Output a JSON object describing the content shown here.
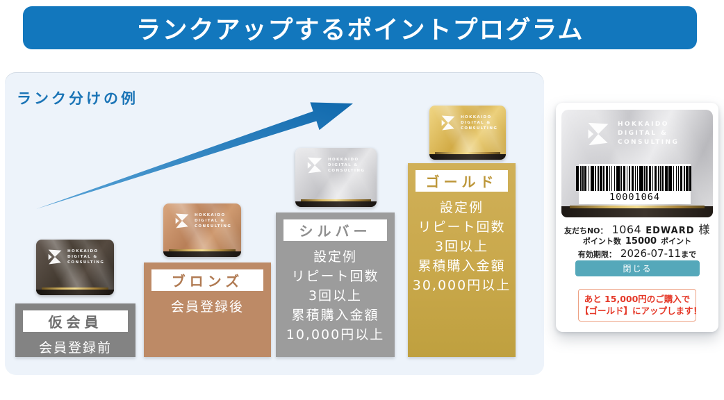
{
  "banner": {
    "title": "ランクアップするポイントプログラム"
  },
  "panel": {
    "heading": "ランク分けの例"
  },
  "brand": {
    "line1": "HOKKAIDO",
    "line2": "DIGITAL &",
    "line3": "CONSULTING"
  },
  "tiers": [
    {
      "label": "仮会員",
      "body": "会員登録前"
    },
    {
      "label": "ブロンズ",
      "body": "会員登録後"
    },
    {
      "label": "シルバー",
      "body": "設定例\nリピート回数\n3回以上\n累積購入金額\n10,000円以上"
    },
    {
      "label": "ゴールド",
      "body": "設定例\nリピート回数\n3回以上\n累積購入金額\n30,000円以上"
    }
  ],
  "member_card": {
    "barcode_number": "10001064",
    "friend_no_label": "友だちNO：",
    "friend_no_value": "1064",
    "friend_name": "EDWARD",
    "honorific": "様",
    "points_label": "ポイント数",
    "points_value": "15000",
    "points_unit": "ポイント",
    "expiry_label": "有効期限：",
    "expiry_value": "2026-07-11",
    "expiry_suffix": "まで",
    "close_button": "閉じる",
    "promo_line1": "あと 15,000円のご購入で",
    "promo_line2": "【ゴールド】にアップします！"
  },
  "colors": {
    "banner-bg": "#1277bd",
    "panel-bg": "#edf3fa",
    "heading-blue": "#1a74b6",
    "arrow-start": "#5aa5d8",
    "arrow-end": "#1069ad",
    "tier1-box": "#838383",
    "tier1-label": "#6e6e6e",
    "tier2-box": "#bd8a66",
    "tier2-label": "#b07a52",
    "tier3-box": "#9c9c9c",
    "tier3-label": "#8f8f8f",
    "tier4-box": "#c9a84b",
    "tier4-label": "#bd973a",
    "close-button": "#55a8ba",
    "alert-red": "#e53828",
    "alert-border": "#eda183"
  }
}
